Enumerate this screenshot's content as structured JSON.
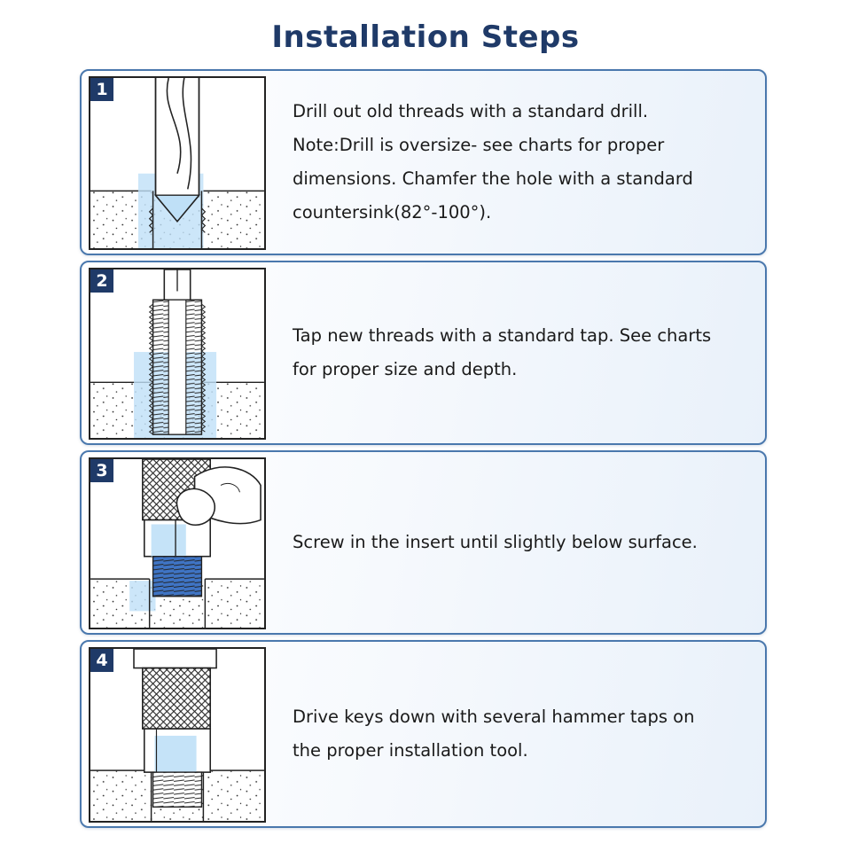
{
  "title": "Installation Steps",
  "accent_color": "#1f3a68",
  "border_color": "#4a78ad",
  "highlight_color": "#bfe0f7",
  "steps": [
    {
      "number": "1",
      "lines": [
        "Drill out old threads with a standard drill.",
        "Note:Drill is oversize- see charts for proper",
        "dimensions. Chamfer the hole with a standard",
        "countersink(82°-100°)."
      ]
    },
    {
      "number": "2",
      "lines": [
        "Tap new threads with a standard tap. See charts",
        "for proper size and depth."
      ]
    },
    {
      "number": "3",
      "lines": [
        "Screw in the insert until slightly below surface."
      ]
    },
    {
      "number": "4",
      "lines": [
        "Drive keys down with several hammer taps on",
        "the proper installation tool."
      ]
    }
  ]
}
